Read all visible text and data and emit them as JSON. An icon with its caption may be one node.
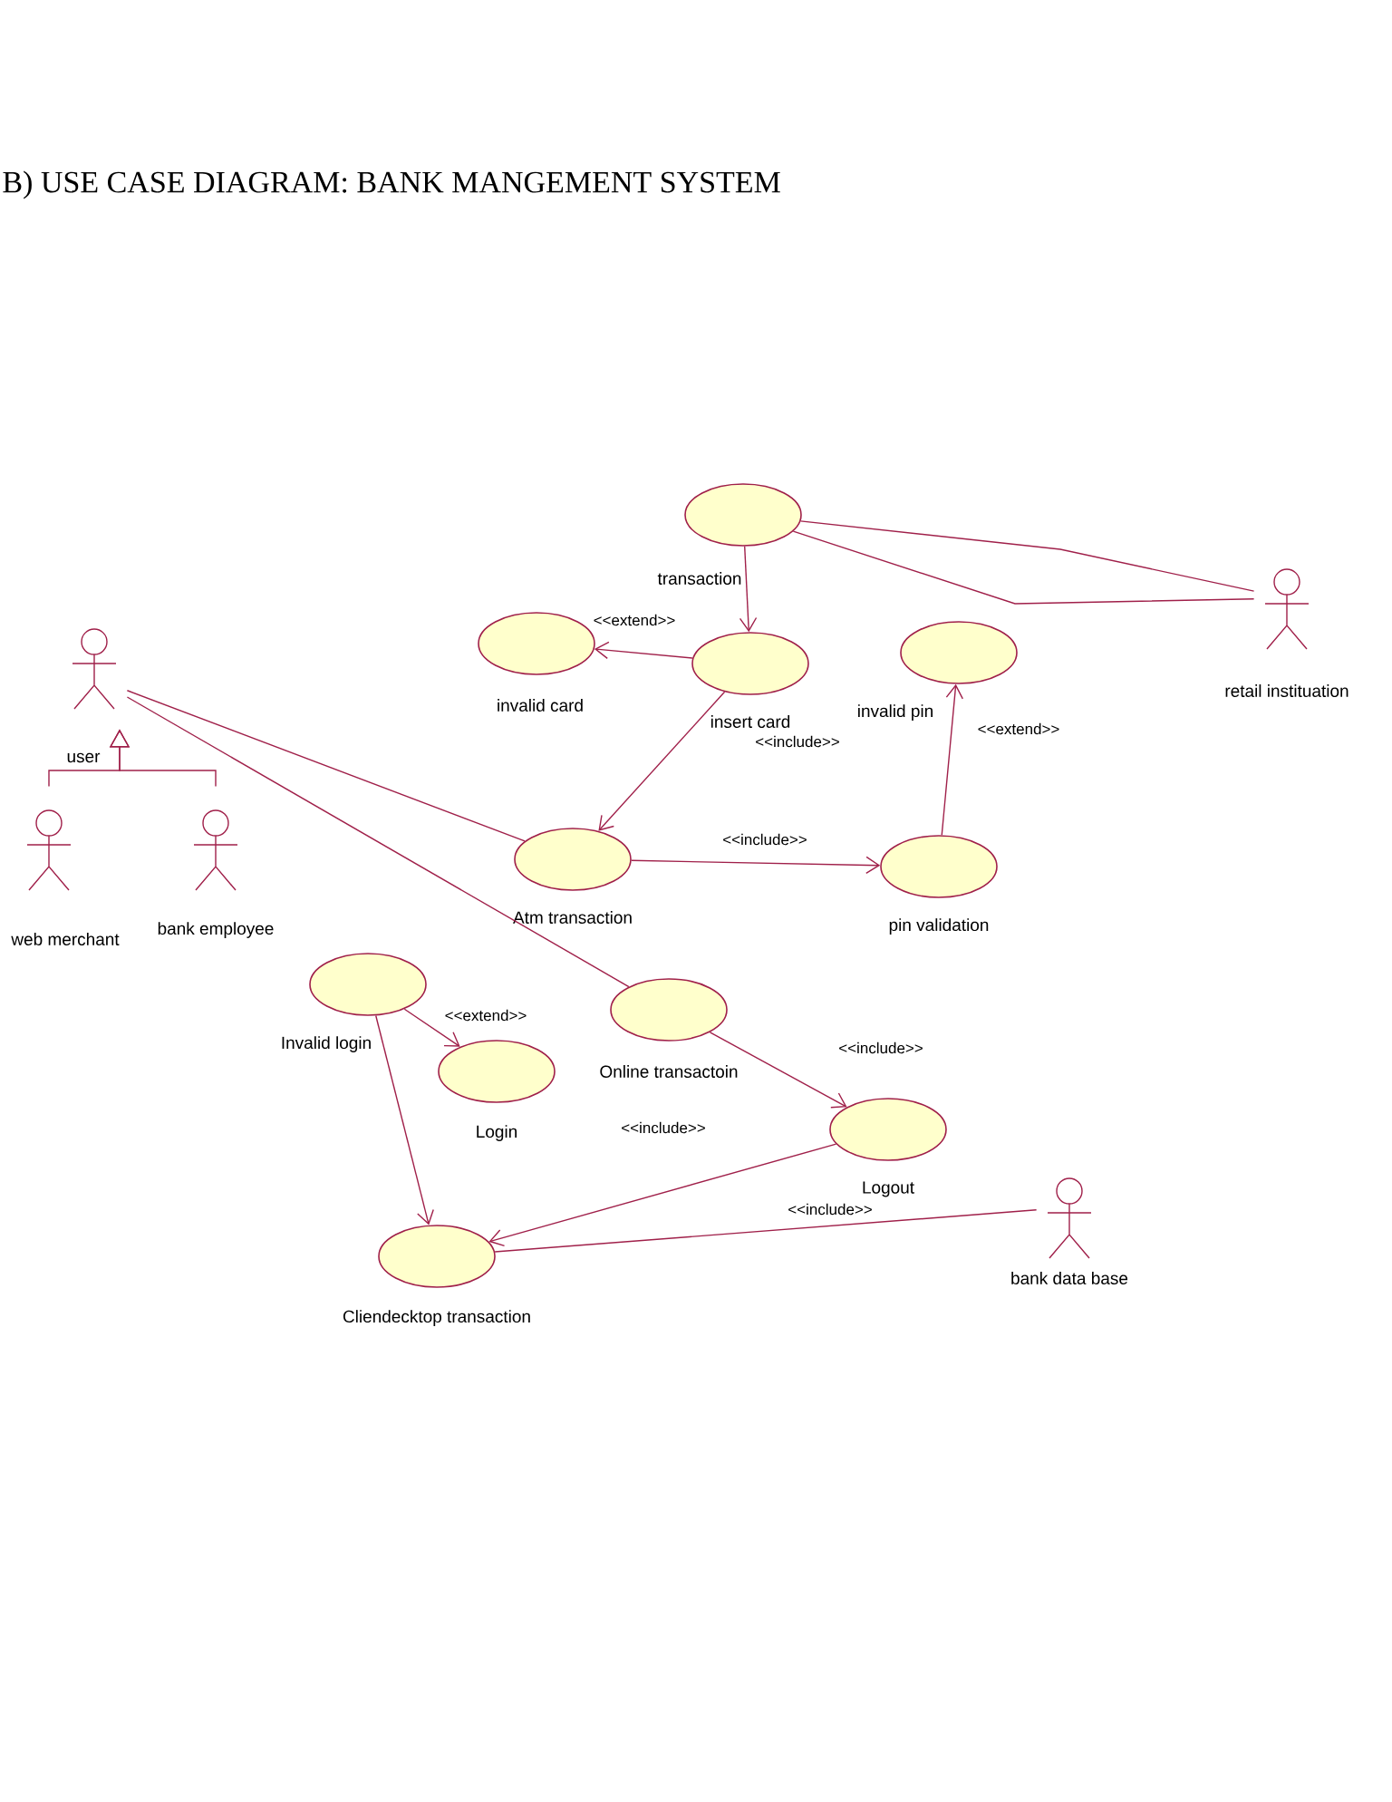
{
  "diagram": {
    "title": "B) USE CASE DIAGRAM: BANK MANGEMENT SYSTEM",
    "nodes": [
      {
        "text": [
          "user"
        ]
      },
      {
        "text": [
          "web merchant"
        ]
      },
      {
        "text": [
          "bank employee"
        ]
      },
      {
        "text": [
          "transaction"
        ]
      },
      {
        "text": [
          "retail instituation"
        ]
      },
      {
        "text": [
          "invalid card"
        ]
      },
      {
        "text": [
          "insert card"
        ]
      },
      {
        "text": [
          "invalid pin"
        ]
      },
      {
        "text": [
          "Atm transaction"
        ]
      },
      {
        "text": [
          "pin validation"
        ]
      },
      {
        "text": [
          "Invalid login"
        ]
      },
      {
        "text": [
          "Online transactoin"
        ]
      },
      {
        "text": [
          "Login"
        ]
      },
      {
        "text": [
          "Logout"
        ]
      },
      {
        "text": [
          "Cliendecktop transaction"
        ]
      },
      {
        "text": [
          "bank data base"
        ]
      }
    ],
    "edges": [
      {
        "from": 1,
        "to": 0,
        "arrow": "to"
      },
      {
        "from": 2,
        "to": 0,
        "arrow": "to"
      },
      {
        "from": 0,
        "to": 8,
        "arrow": "none"
      },
      {
        "from": 0,
        "to": 11,
        "arrow": "none"
      },
      {
        "from": 3,
        "to": 4,
        "arrow": "none"
      },
      {
        "from": 3,
        "to": 4,
        "arrow": "none"
      },
      {
        "from": 3,
        "to": 6,
        "arrow": "to"
      },
      {
        "from": 6,
        "to": 5,
        "arrow": "to",
        "label": "<<extend>>"
      },
      {
        "from": 6,
        "to": 8,
        "arrow": "to",
        "label": "<<include>>"
      },
      {
        "from": 8,
        "to": 9,
        "arrow": "to",
        "label": "<<include>>"
      },
      {
        "from": 9,
        "to": 7,
        "arrow": "to",
        "label": "<<extend>>"
      },
      {
        "from": 10,
        "to": 12,
        "arrow": "to",
        "label": "<<extend>>"
      },
      {
        "from": 10,
        "to": 14,
        "arrow": "to"
      },
      {
        "from": 11,
        "to": 13,
        "arrow": "to",
        "label": "<<include>>"
      },
      {
        "from": 13,
        "to": 14,
        "arrow": "to",
        "label": "<<include>>"
      },
      {
        "from": 15,
        "to": 14,
        "arrow": "none",
        "label": "<<include>>"
      }
    ]
  }
}
